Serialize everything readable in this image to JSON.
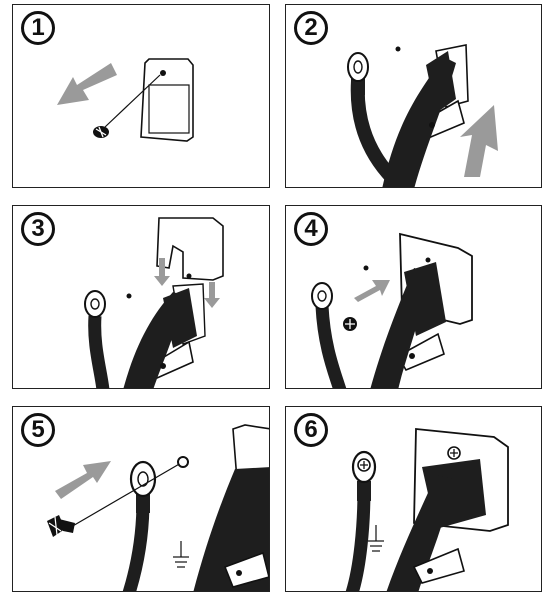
{
  "colors": {
    "line": "#111111",
    "cable": "#1e1e1e",
    "arrow": "#9a9a9a",
    "background": "#ffffff"
  },
  "steps": [
    {
      "number": "1"
    },
    {
      "number": "2"
    },
    {
      "number": "3"
    },
    {
      "number": "4"
    },
    {
      "number": "5"
    },
    {
      "number": "6"
    }
  ]
}
